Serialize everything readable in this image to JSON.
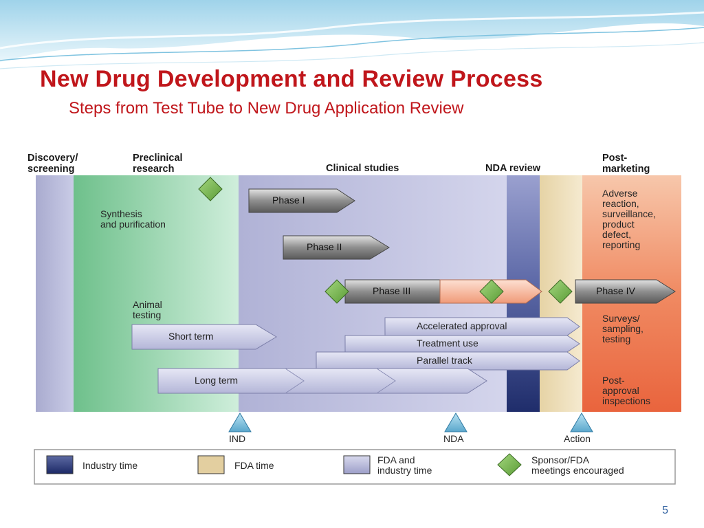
{
  "slide": {
    "title": "New Drug Development and Review Process",
    "subtitle": "Steps from Test Tube to New Drug Application Review",
    "page_number": "5"
  },
  "stages": {
    "discovery": [
      "Discovery/",
      "screening"
    ],
    "preclinical": [
      "Preclinical",
      "research"
    ],
    "clinical": "Clinical studies",
    "nda_review": "NDA review",
    "post_marketing": [
      "Post-",
      "marketing"
    ]
  },
  "preclinical_items": {
    "synthesis": [
      "Synthesis",
      "and purification"
    ],
    "animal_testing": [
      "Animal",
      "testing"
    ]
  },
  "arrows": {
    "phase1": "Phase I",
    "phase2": "Phase II",
    "phase3": "Phase III",
    "phase4": "Phase IV",
    "short_term": "Short term",
    "long_term": "Long term",
    "accelerated": "Accelerated approval",
    "treatment": "Treatment use",
    "parallel": "Parallel track"
  },
  "post_marketing_items": {
    "adverse": [
      "Adverse",
      "reaction,",
      "surveillance,",
      "product",
      "defect,",
      "reporting"
    ],
    "surveys": [
      "Surveys/",
      "sampling,",
      "testing"
    ],
    "inspections": [
      "Post-",
      "approval",
      "inspections"
    ]
  },
  "milestones": {
    "ind": "IND",
    "nda": "NDA",
    "action": "Action"
  },
  "legend": {
    "industry": "Industry time",
    "fda": "FDA time",
    "fda_industry": [
      "FDA and",
      "industry time"
    ],
    "meetings": [
      "Sponsor/FDA",
      "meetings encouraged"
    ]
  },
  "colors": {
    "title": "#c0161b",
    "industry": "#2a3a78",
    "fda": "#e3cfa0",
    "fda_industry": "#b7b9dc",
    "meeting": "#79b94a",
    "preclinical": "#7fcb98",
    "postmarketing": "#ee7150"
  }
}
